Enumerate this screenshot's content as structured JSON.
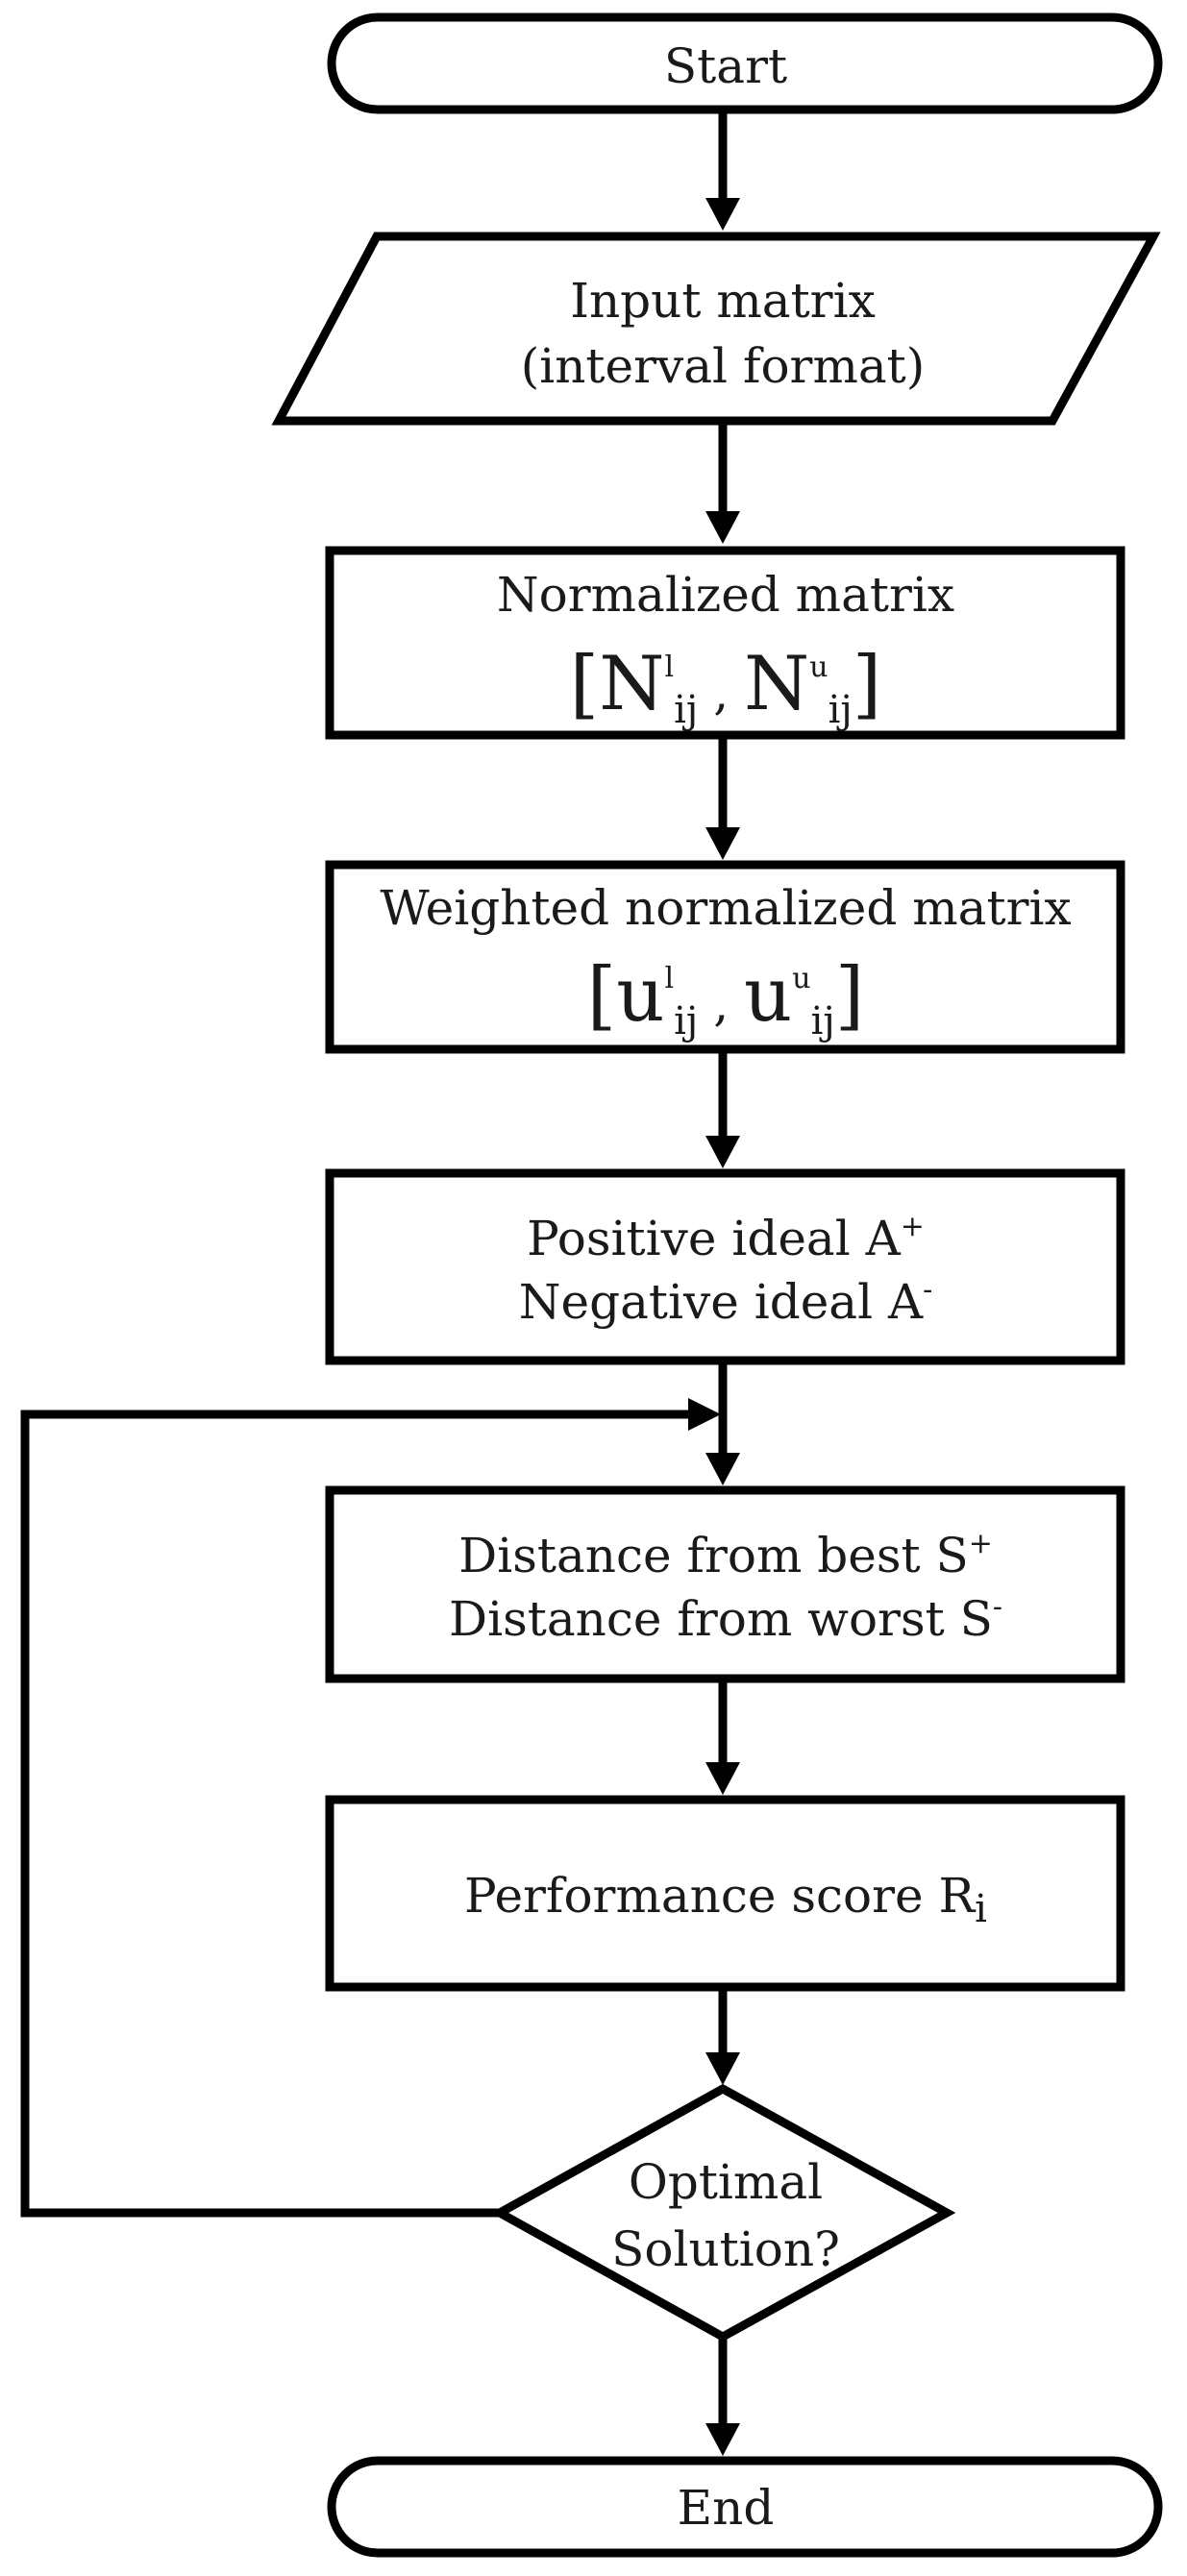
{
  "flowchart": {
    "start": "Start",
    "input": {
      "line1": "Input matrix",
      "line2": "(interval format)"
    },
    "normalized": {
      "title": "Normalized matrix",
      "bracket_open": "[",
      "lower_base": "N",
      "lower_sup": "l",
      "lower_sub": "ij",
      "separator": " , ",
      "upper_base": "N",
      "upper_sup": "u",
      "upper_sub": "ij",
      "bracket_close": "]"
    },
    "weighted": {
      "title": "Weighted normalized matrix",
      "bracket_open": "[",
      "lower_base": "u",
      "lower_sup": "l",
      "lower_sub": "ij",
      "separator": " , ",
      "upper_base": "u",
      "upper_sup": "u",
      "upper_sub": "ij",
      "bracket_close": "]"
    },
    "ideal": {
      "positive_text": "Positive ideal A",
      "positive_sup": "+",
      "negative_text": "Negative ideal A",
      "negative_sup": "-"
    },
    "distance": {
      "best_text": "Distance from best S",
      "best_sup": "+",
      "worst_text": "Distance from worst S",
      "worst_sup": "-"
    },
    "performance": {
      "text": "Performance score R",
      "sub": "i"
    },
    "decision": {
      "line1": "Optimal",
      "line2": "Solution?"
    },
    "end": "End"
  }
}
